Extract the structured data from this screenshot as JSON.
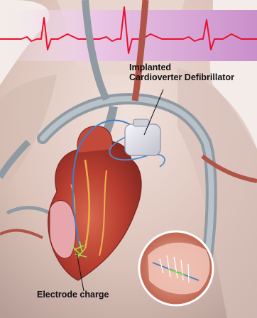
{
  "labels": {
    "device_line1": "Implanted",
    "device_line2": "Cardioverter Defibrillator",
    "electrode": "Electrode charge"
  },
  "colors": {
    "ecg_trace": "#e8112d",
    "ecg_band": "#d9a4d6",
    "skin": "#ead9d2",
    "heart": "#c24a3a",
    "vessel": "#9ba6ad",
    "device": "#dfdfe6"
  }
}
